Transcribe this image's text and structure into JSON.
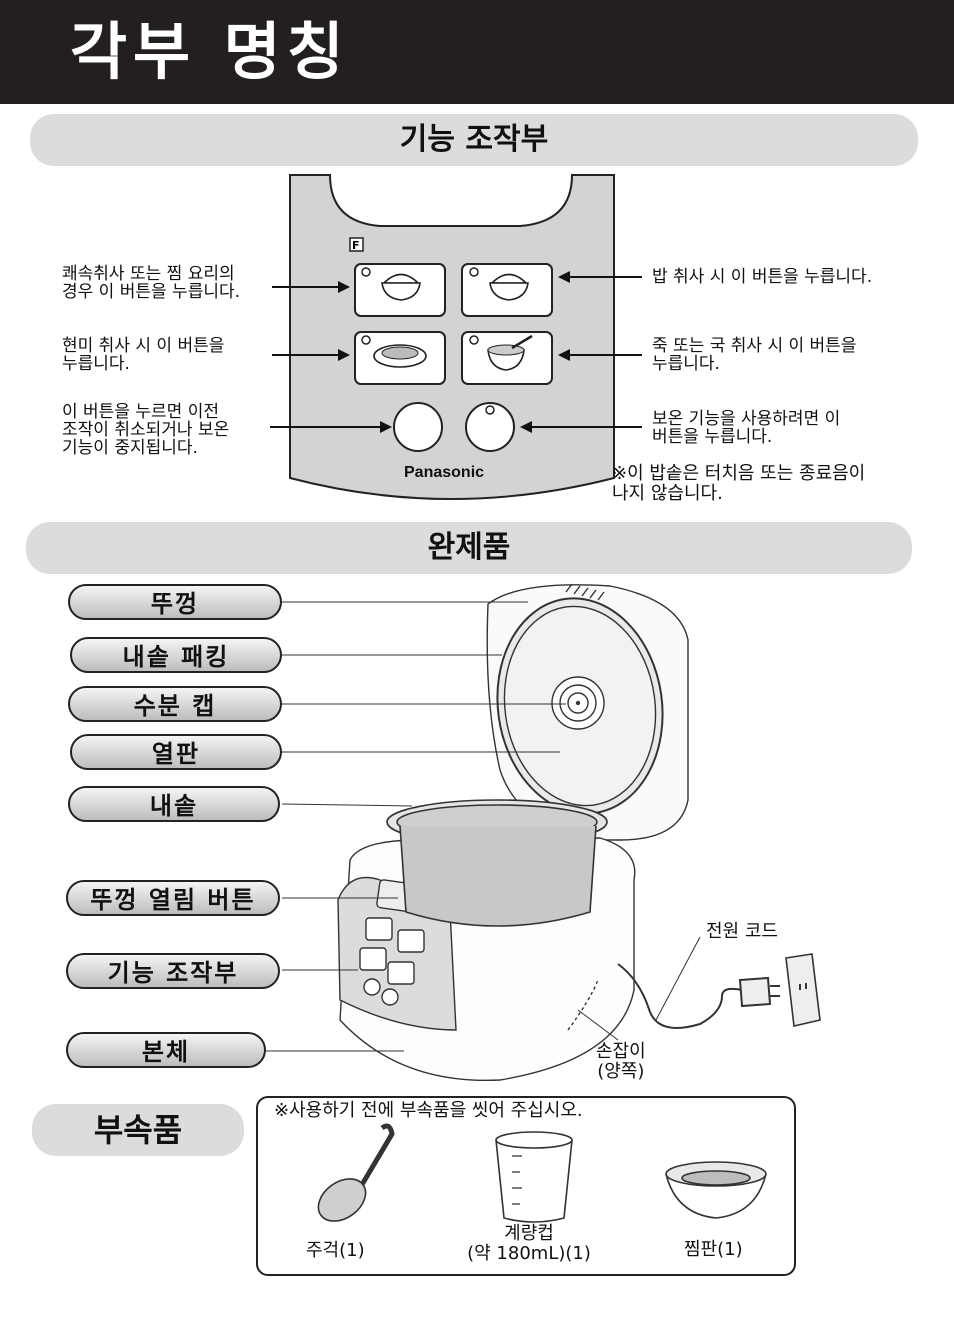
{
  "page": {
    "title": "각부 명칭"
  },
  "control_panel": {
    "heading": "기능 조작부",
    "brand": "Panasonic",
    "f_badge": "F",
    "callouts": {
      "quick": "쾌속취사 또는 찜 요리의\n경우 이 버튼을 누릅니다.",
      "rice": "밥 취사 시 이 버튼을 누릅니다.",
      "brown": "현미 취사 시 이 버튼을\n누릅니다.",
      "porridge": "죽 또는 국 취사 시 이 버튼을\n누릅니다.",
      "cancel": "이 버튼을 누르면 이전\n조작이 취소되거나 보온\n기능이 중지됩니다.",
      "keepwarm": "보온 기능을 사용하려면 이\n버튼을 누릅니다.",
      "note": "※이 밥솥은 터치음 또는 종료음이\n   나지 않습니다."
    }
  },
  "product": {
    "heading": "완제품",
    "labels": [
      "뚜껑",
      "내솥 패킹",
      "수분 캡",
      "열판",
      "내솥",
      "뚜껑 열림 버튼",
      "기능 조작부",
      "본체"
    ],
    "power_cord": "전원 코드",
    "handle": "손잡이\n(양쪽)"
  },
  "accessories": {
    "heading": "부속품",
    "note": "※사용하기 전에 부속품을 씻어 주십시오.",
    "items": [
      "주걱(1)",
      "계량컵\n(약 180mL)(1)",
      "찜판(1)"
    ]
  }
}
